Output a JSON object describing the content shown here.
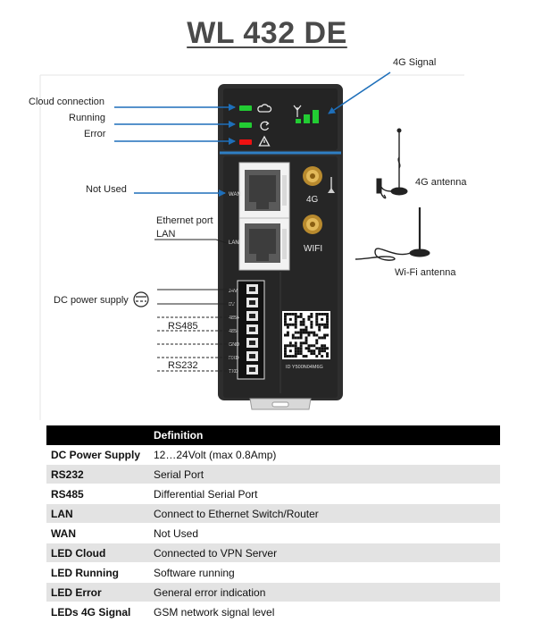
{
  "title": "WL 432 DE",
  "labels": {
    "cloud_connection": "Cloud connection",
    "running": "Running",
    "error": "Error",
    "signal_4g": "4G Signal",
    "not_used": "Not Used",
    "ethernet_port": "Ethernet port",
    "lan": "LAN",
    "dc_power_supply": "DC power supply",
    "rs485": "RS485",
    "rs232": "RS232",
    "antenna_4g": "4G antenna",
    "wifi_antenna": "Wi-Fi antenna"
  },
  "device": {
    "port_wan": "WAN",
    "port_lan": "LAN",
    "connector_4g": "4G",
    "connector_wifi": "WIFI",
    "terminals": [
      "24V",
      "0V",
      "485+",
      "485-",
      "GND",
      "RXD",
      "TXD"
    ],
    "device_id": "ID Y500N04M6G"
  },
  "colors": {
    "led_green": "#22cc33",
    "led_red": "#ee1111",
    "arrow_blue": "#1e6fba",
    "housing": "#2e2e2e"
  },
  "table": {
    "header_term": "",
    "header_definition": "Definition",
    "rows": [
      {
        "term": "DC Power Supply",
        "definition": "12…24Volt (max 0.8Amp)"
      },
      {
        "term": "RS232",
        "definition": "Serial Port"
      },
      {
        "term": "RS485",
        "definition": "Differential Serial Port"
      },
      {
        "term": "LAN",
        "definition": "Connect to Ethernet Switch/Router"
      },
      {
        "term": "WAN",
        "definition": "Not Used"
      },
      {
        "term": "LED Cloud",
        "definition": "Connected to VPN Server"
      },
      {
        "term": "LED Running",
        "definition": "Software running"
      },
      {
        "term": "LED Error",
        "definition": "General error indication"
      },
      {
        "term": "LEDs 4G Signal",
        "definition": "GSM network signal level"
      }
    ]
  }
}
